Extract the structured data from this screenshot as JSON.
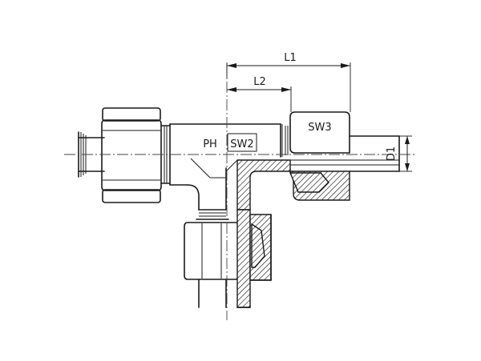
{
  "labels": {
    "l1": "L1",
    "l2": "L2",
    "d1": "D1",
    "sw3": "SW3",
    "sw2": "SW2",
    "ph": "PH"
  }
}
